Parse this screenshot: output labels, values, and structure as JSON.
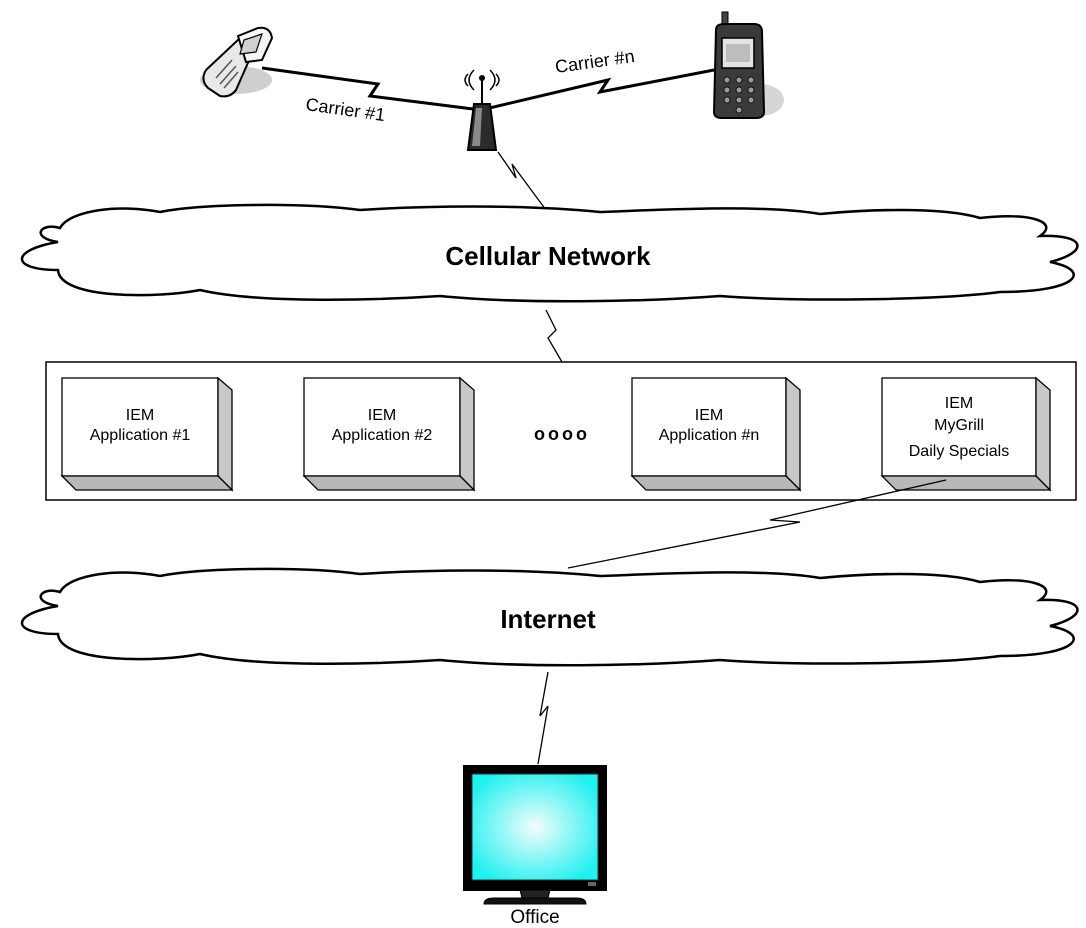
{
  "links": {
    "carrier_1": "Carrier #1",
    "carrier_n": "Carrier #n"
  },
  "networks": {
    "cellular": "Cellular Network",
    "internet": "Internet"
  },
  "applications": {
    "app_1": {
      "line1": "IEM",
      "line2": "Application #1"
    },
    "app_2": {
      "line1": "IEM",
      "line2": "Application #2"
    },
    "ellipsis": "oooo",
    "app_n": {
      "line1": "IEM",
      "line2": "Application #n"
    },
    "mygrill": {
      "line1": "IEM",
      "line2": "MyGrill",
      "line3": "Daily Specials"
    }
  },
  "endpoints": {
    "office": "Office"
  },
  "colors": {
    "monitor_screen_center": "#e8f8f8",
    "monitor_screen_edge": "#22f2f2",
    "box_face": "#ffffff",
    "box_side": "#c8c8c8",
    "box_top": "#e6e6e6"
  },
  "icons": [
    "phone-flip-icon",
    "phone-bar-icon",
    "antenna-tower-icon",
    "monitor-icon"
  ]
}
